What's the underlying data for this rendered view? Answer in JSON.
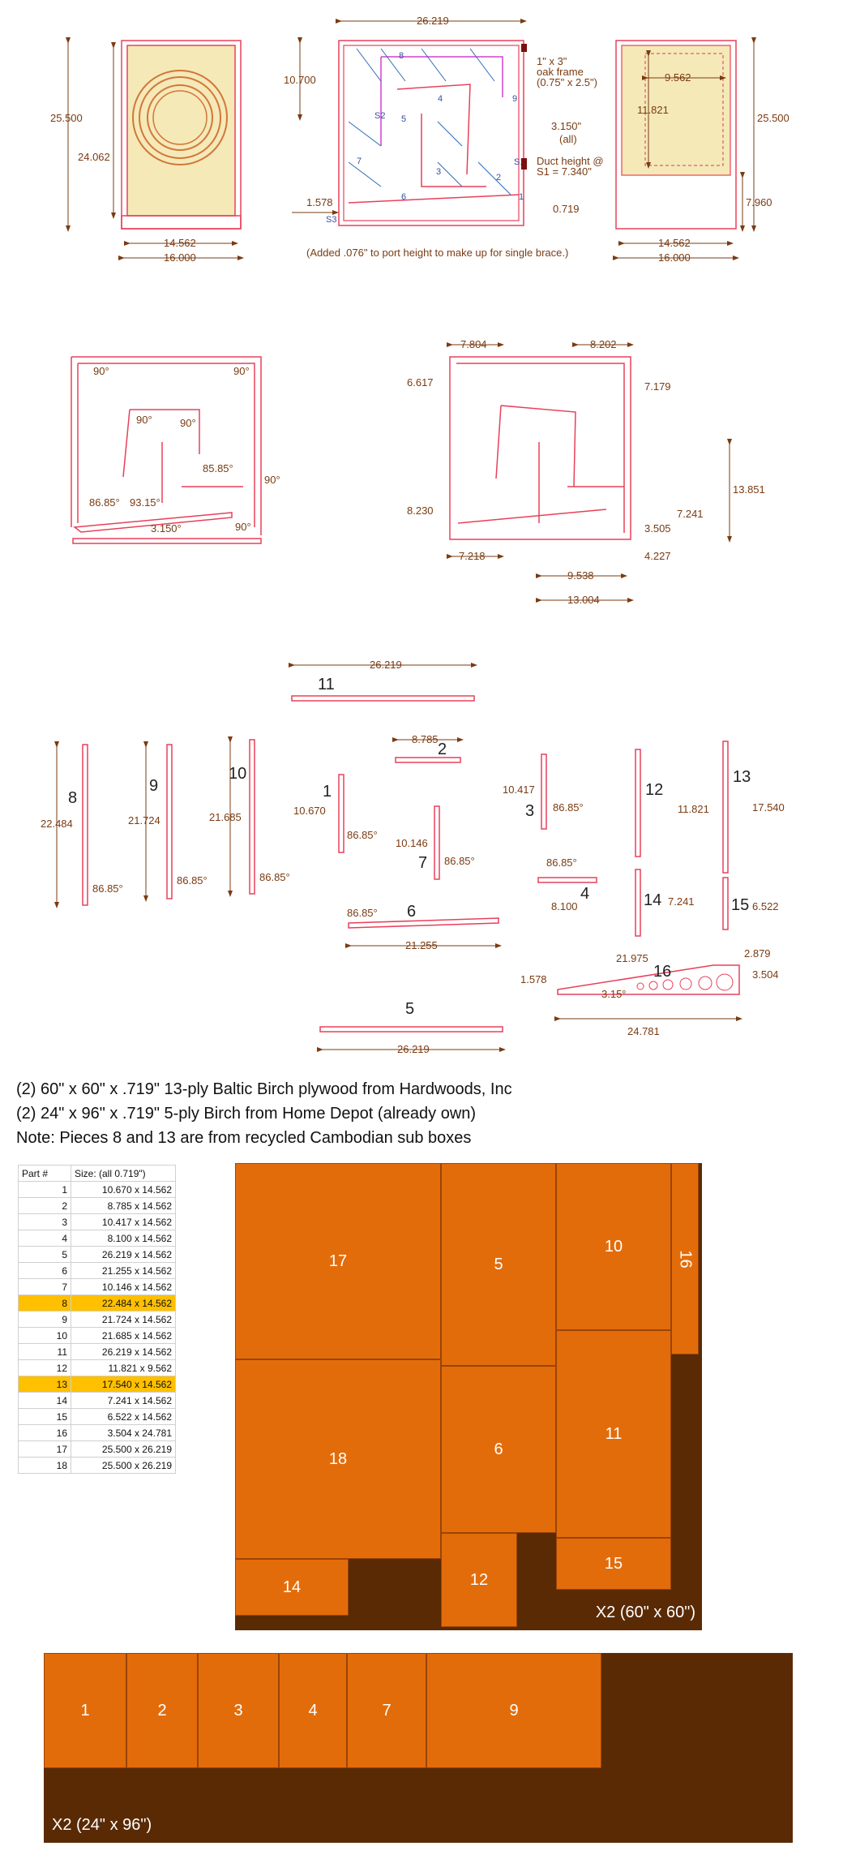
{
  "dimensions": {
    "top_width": "26.219",
    "left_height": "25.500",
    "left_inner_height": "24.062",
    "left_inner_width": "14.562",
    "left_outer_width": "16.000",
    "dim_10700": "10.700",
    "port": "3.150\"",
    "port_sub": "(all)",
    "dim_1578": "1.578",
    "dim_0719": "0.719",
    "oak_frame": "1\" x 3\"",
    "oak_frame2": "oak frame",
    "oak_frame3": "(0.75\" x 2.5\")",
    "duct_height": "Duct height @",
    "duct_value": "S1 = 7.340\"",
    "right_height": "25.500",
    "right_inner_width": "9.562",
    "right_inner_height": "11.821",
    "right_lower": "7.960",
    "right_w1": "14.562",
    "right_w2": "16.000",
    "port_note": "(Added .076\" to port height to make up for single brace.)",
    "s_labels": [
      "S1",
      "S2",
      "S3"
    ],
    "panel_numbers": [
      "1",
      "2",
      "3",
      "4",
      "5",
      "6",
      "7",
      "8",
      "9"
    ]
  },
  "angles": {
    "a90": "90°",
    "a8585": "85.85°",
    "a8685": "86.85°",
    "a9315": "93.15°",
    "a3150": "3.150°"
  },
  "layout_dims": {
    "d7804": "7.804",
    "d8202": "8.202",
    "d6617": "6.617",
    "d7179": "7.179",
    "d13851": "13.851",
    "d8230": "8.230",
    "d7241": "7.241",
    "d3505": "3.505",
    "d4227": "4.227",
    "d7218": "7.218",
    "d9538": "9.538",
    "d13004": "13.004"
  },
  "pieces_dims": {
    "p11": "26.219",
    "p8": "22.484",
    "p9": "21.724",
    "p10": "21.685",
    "p1": "10.670",
    "p2": "8.785",
    "p3": "10.417",
    "p7": "10.146",
    "p4": "8.100",
    "p6": "21.255",
    "p12": "11.821",
    "p13": "17.540",
    "p14": "7.241",
    "p15": "6.522",
    "p16a": "21.975",
    "p16b": "2.879",
    "p16c": "3.504",
    "p16d": "24.781",
    "p16e": "1.578",
    "p16f": "3.15°",
    "p5": "26.219",
    "p16": "16"
  },
  "piece_labels": [
    "1",
    "2",
    "3",
    "4",
    "5",
    "6",
    "7",
    "8",
    "9",
    "10",
    "11",
    "12",
    "13",
    "14",
    "15"
  ],
  "notes": {
    "line1": "(2) 60\" x 60\" x .719\" 13-ply Baltic Birch plywood from Hardwoods, Inc",
    "line2": "(2) 24\" x 96\" x .719\" 5-ply Birch from Home Depot (already own)",
    "line3": "Note:  Pieces 8 and 13 are from recycled Cambodian sub boxes"
  },
  "parts_table": {
    "header_part": "Part #",
    "header_size": "Size: (all 0.719\")",
    "rows": [
      {
        "part": "1",
        "size": "10.670 x 14.562",
        "hl": false
      },
      {
        "part": "2",
        "size": "8.785 x 14.562",
        "hl": false
      },
      {
        "part": "3",
        "size": "10.417 x 14.562",
        "hl": false
      },
      {
        "part": "4",
        "size": "8.100 x 14.562",
        "hl": false
      },
      {
        "part": "5",
        "size": "26.219 x 14.562",
        "hl": false
      },
      {
        "part": "6",
        "size": "21.255 x 14.562",
        "hl": false
      },
      {
        "part": "7",
        "size": "10.146 x 14.562",
        "hl": false
      },
      {
        "part": "8",
        "size": "22.484 x 14.562",
        "hl": true
      },
      {
        "part": "9",
        "size": "21.724 x 14.562",
        "hl": false
      },
      {
        "part": "10",
        "size": "21.685 x 14.562",
        "hl": false
      },
      {
        "part": "11",
        "size": "26.219 x 14.562",
        "hl": false
      },
      {
        "part": "12",
        "size": "11.821 x 9.562",
        "hl": false
      },
      {
        "part": "13",
        "size": "17.540 x 14.562",
        "hl": true
      },
      {
        "part": "14",
        "size": "7.241 x 14.562",
        "hl": false
      },
      {
        "part": "15",
        "size": "6.522 x 14.562",
        "hl": false
      },
      {
        "part": "16",
        "size": "3.504 x 24.781",
        "hl": false
      },
      {
        "part": "17",
        "size": "25.500 x 26.219",
        "hl": false
      },
      {
        "part": "18",
        "size": "25.500 x 26.219",
        "hl": false
      }
    ]
  },
  "sheet1": {
    "label": "X2 (60\" x 60\")",
    "pieces": [
      "17",
      "5",
      "10",
      "16",
      "18",
      "6",
      "11",
      "14",
      "12",
      "15"
    ]
  },
  "sheet2": {
    "label": "X2 (24\" x 96\")",
    "pieces": [
      "1",
      "2",
      "3",
      "4",
      "7",
      "9"
    ]
  },
  "colors": {
    "panel": "#e36c0a",
    "sheet": "#5a2a05",
    "highlight": "#ffc000",
    "outline": "#e8405a"
  }
}
